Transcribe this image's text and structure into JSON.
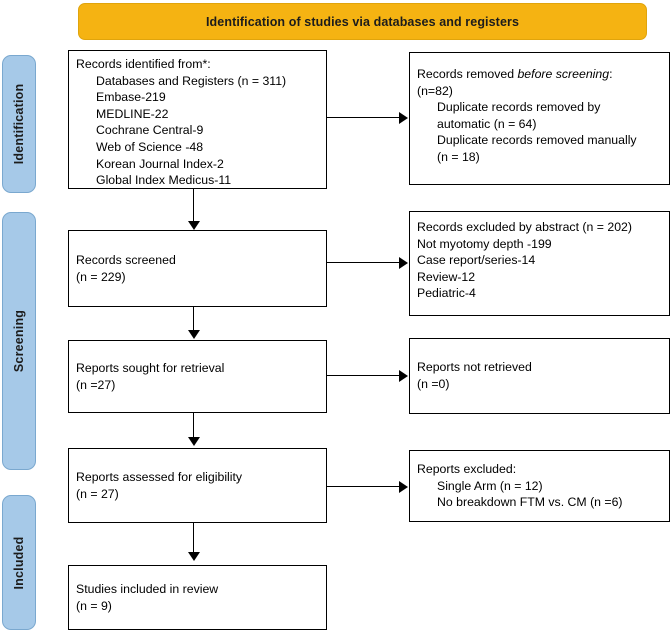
{
  "banner": {
    "title": "Identification of studies via databases and registers"
  },
  "phases": [
    {
      "id": "identification",
      "label": "Identification"
    },
    {
      "id": "screening",
      "label": "Screening"
    },
    {
      "id": "included",
      "label": "Included"
    }
  ],
  "boxes": {
    "records_identified": {
      "name": "records-identified-box",
      "lines": [
        {
          "text": "Records identified from*:",
          "indent": false
        },
        {
          "text": "Databases and Registers (n = 311)",
          "indent": true
        },
        {
          "text": "Embase-219",
          "indent": true
        },
        {
          "text": "MEDLINE-22",
          "indent": true
        },
        {
          "text": "Cochrane Central-9",
          "indent": true
        },
        {
          "text": "Web of Science -48",
          "indent": true
        },
        {
          "text": "Korean Journal Index-2",
          "indent": true
        },
        {
          "text": "Global Index Medicus-11",
          "indent": true
        }
      ]
    },
    "records_removed": {
      "name": "records-removed-box",
      "lines": [
        {
          "text": "Records removed ",
          "indent": false,
          "italic_tail": "before screening",
          "tail": ":"
        },
        {
          "text": "(n=82)",
          "indent": false
        },
        {
          "text": "Duplicate records removed by",
          "indent": true
        },
        {
          "text": "automatic (n = 64)",
          "indent": true
        },
        {
          "text": "Duplicate records removed manually",
          "indent": true
        },
        {
          "text": "(n = 18)",
          "indent": true
        }
      ]
    },
    "records_screened": {
      "name": "records-screened-box",
      "lines": [
        {
          "text": "Records screened",
          "indent": false
        },
        {
          "text": "(n = 229)",
          "indent": false
        }
      ]
    },
    "records_excluded": {
      "name": "records-excluded-box",
      "lines": [
        {
          "text": "Records excluded by abstract (n = 202)",
          "indent": false
        },
        {
          "text": "Not myotomy depth -199",
          "indent": false
        },
        {
          "text": "Case report/series-14",
          "indent": false
        },
        {
          "text": "Review-12",
          "indent": false
        },
        {
          "text": "Pediatric-4",
          "indent": false
        }
      ]
    },
    "reports_sought": {
      "name": "reports-sought-box",
      "lines": [
        {
          "text": "Reports sought for retrieval",
          "indent": false
        },
        {
          "text": "(n =27)",
          "indent": false
        }
      ]
    },
    "reports_not_retrieved": {
      "name": "reports-not-retrieved-box",
      "lines": [
        {
          "text": "Reports not retrieved",
          "indent": false
        },
        {
          "text": "(n =0)",
          "indent": false
        }
      ]
    },
    "reports_assessed": {
      "name": "reports-assessed-box",
      "lines": [
        {
          "text": "Reports assessed for eligibility",
          "indent": false
        },
        {
          "text": "(n = 27)",
          "indent": false
        }
      ]
    },
    "reports_excluded": {
      "name": "reports-excluded-box",
      "lines": [
        {
          "text": "Reports excluded:",
          "indent": false
        },
        {
          "text": "Single Arm (n = 12)",
          "indent": true
        },
        {
          "text": "No breakdown FTM vs. CM (n =6)",
          "indent": true
        }
      ]
    },
    "studies_included": {
      "name": "studies-included-box",
      "lines": [
        {
          "text": "Studies included in review",
          "indent": false
        },
        {
          "text": "(n = 9)",
          "indent": false
        }
      ]
    }
  },
  "colors": {
    "banner_fill": "#f5b312",
    "phase_fill": "#a6c9e8",
    "box_border": "#000000",
    "connector": "#000000",
    "text": "#000000"
  }
}
